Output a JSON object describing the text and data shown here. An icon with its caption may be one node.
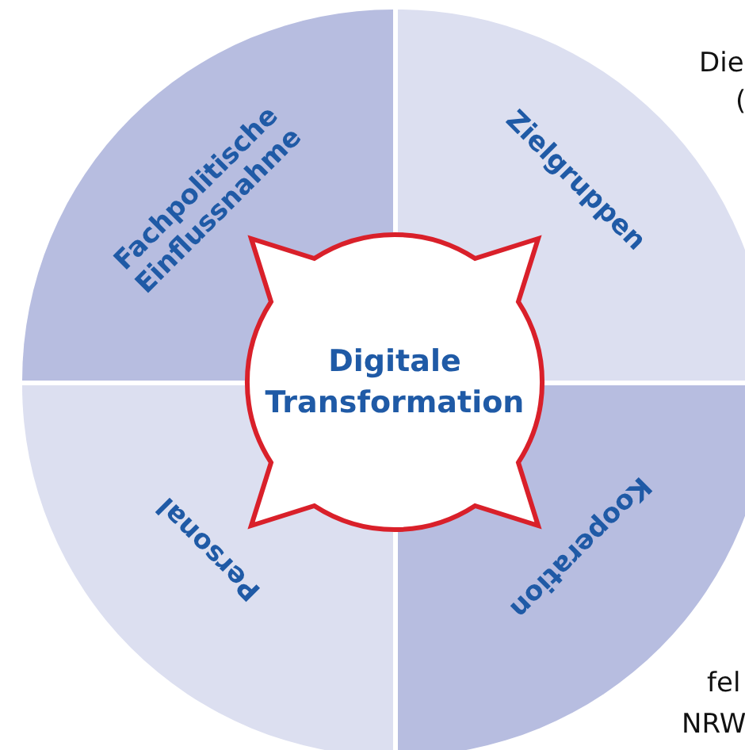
{
  "diagram": {
    "nodes": [
      {
        "text": [
          "Fachpolitische Einflussnahme"
        ]
      },
      {
        "text": [
          "Zielgruppen"
        ]
      },
      {
        "text": [
          "Personal"
        ]
      },
      {
        "text": [
          "Kooperation"
        ]
      },
      {
        "text": [
          "Digitale Transformation"
        ]
      }
    ],
    "labels": [
      "Die",
      "(",
      "fel",
      "NRW"
    ]
  }
}
